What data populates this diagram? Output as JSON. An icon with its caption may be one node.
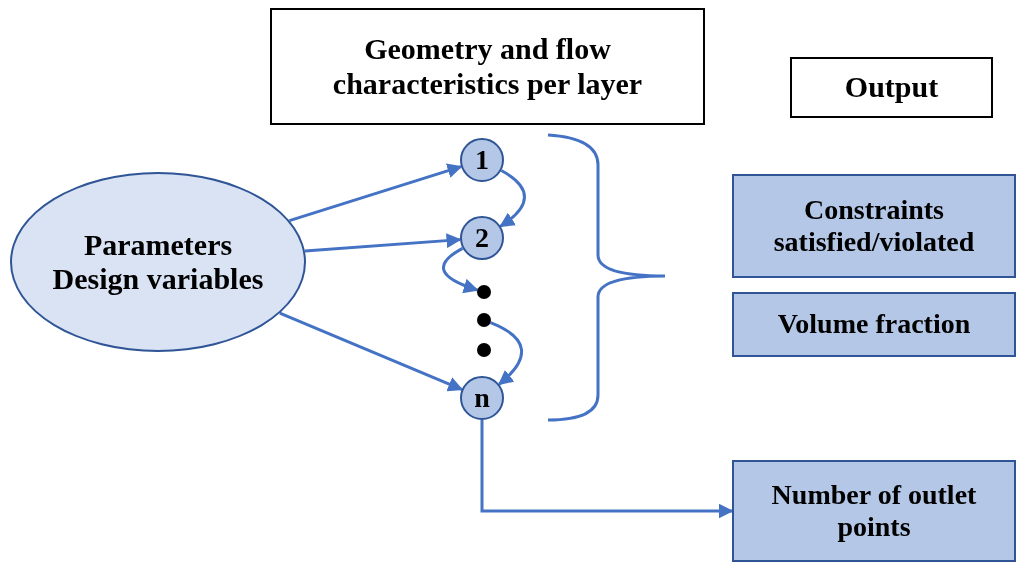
{
  "diagram": {
    "nodes": [
      {
        "text": [
          "Parameters",
          "Design variables"
        ]
      },
      {
        "text": [
          "Geometry and flow characteristics per layer"
        ]
      },
      {
        "text": [
          "Output"
        ]
      },
      {
        "text": [
          "1"
        ]
      },
      {
        "text": [
          "2"
        ]
      },
      {
        "text": [],
        "shape": "circle"
      },
      {
        "text": [],
        "shape": "circle"
      },
      {
        "text": [],
        "shape": "circle"
      },
      {
        "text": [
          "n"
        ]
      },
      {
        "text": [
          "Constraints satisfied/violated"
        ]
      },
      {
        "text": [
          "Volume fraction"
        ]
      },
      {
        "text": [
          "Number of outlet points"
        ]
      }
    ],
    "edges": [
      {
        "from": 0,
        "to": 3,
        "arrow": "to"
      },
      {
        "from": 0,
        "to": 4,
        "arrow": "to"
      },
      {
        "from": 0,
        "to": 8,
        "arrow": "to"
      },
      {
        "from": 3,
        "to": 4,
        "arrow": "to"
      },
      {
        "from": 4,
        "to": 5,
        "arrow": "to"
      },
      {
        "from": 6,
        "to": 8,
        "arrow": "to"
      },
      {
        "from": 8,
        "to": 11,
        "arrow": "to"
      }
    ]
  }
}
